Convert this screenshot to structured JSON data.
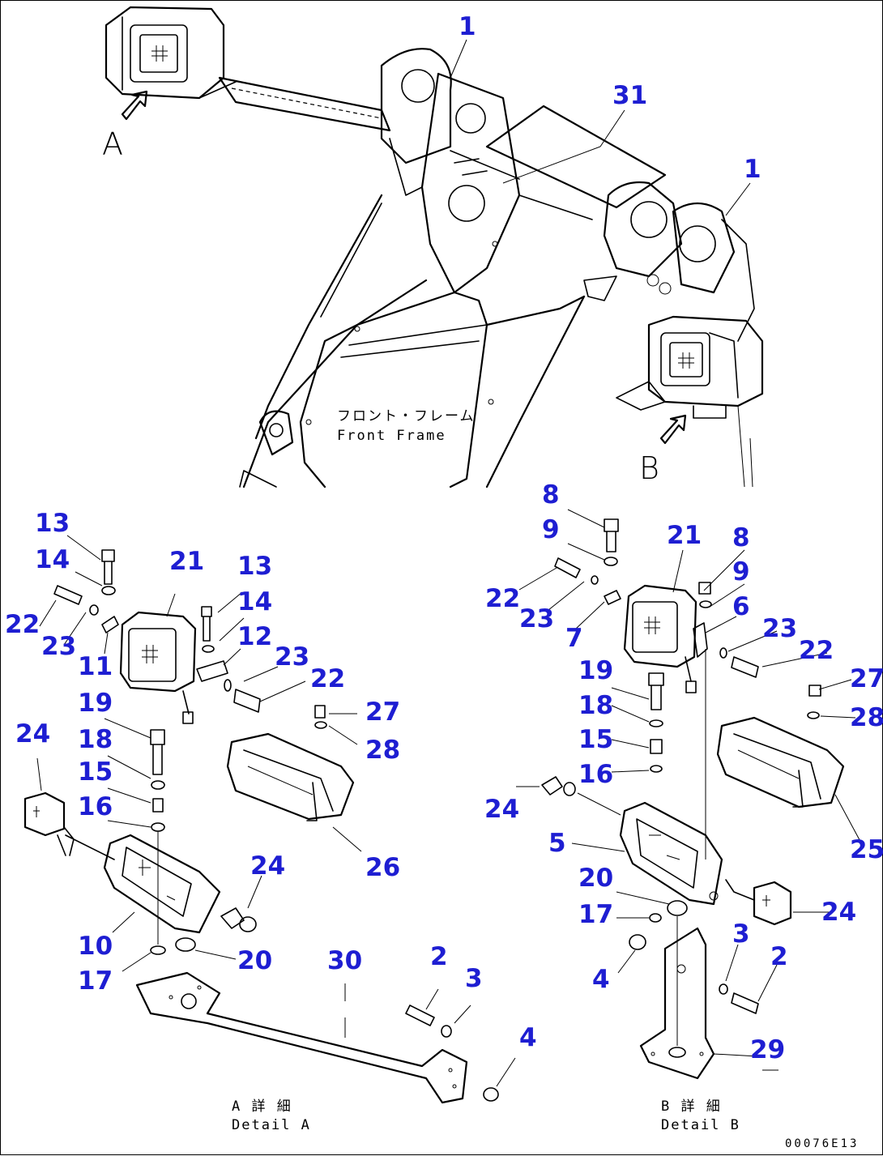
{
  "top_view": {
    "label_frame_jp": "フロント・フレーム",
    "label_frame_en": "Front Frame",
    "view_a": "A",
    "view_b": "B",
    "callouts": [
      "1",
      "31",
      "1"
    ]
  },
  "detail_a": {
    "title_jp": "A 詳 細",
    "title_en": "Detail A",
    "callouts": [
      "13",
      "14",
      "22",
      "23",
      "11",
      "21",
      "13",
      "14",
      "12",
      "23",
      "22",
      "19",
      "18",
      "15",
      "16",
      "24",
      "27",
      "28",
      "26",
      "24",
      "10",
      "17",
      "20",
      "30",
      "2",
      "3",
      "4"
    ]
  },
  "detail_b": {
    "title_jp": "B 詳 細",
    "title_en": "Detail B",
    "callouts": [
      "8",
      "9",
      "22",
      "23",
      "7",
      "21",
      "8",
      "9",
      "6",
      "23",
      "22",
      "27",
      "28",
      "19",
      "18",
      "15",
      "16",
      "24",
      "5",
      "25",
      "20",
      "17",
      "24",
      "3",
      "2",
      "4",
      "29"
    ]
  },
  "drawing_code": "00076E13",
  "colors": {
    "callout": "#1e1ed2",
    "line": "#000000"
  }
}
